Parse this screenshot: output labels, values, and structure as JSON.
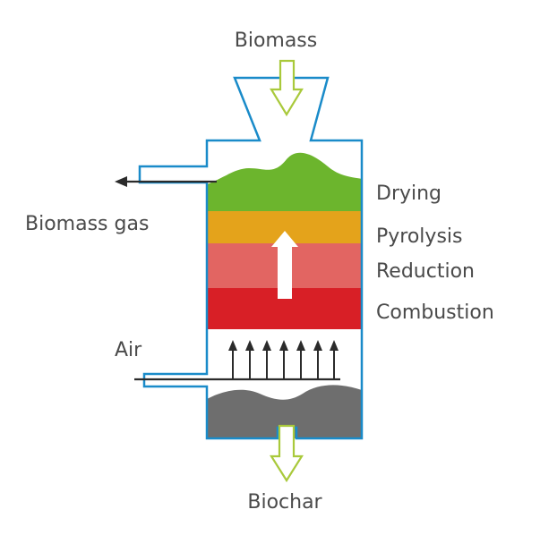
{
  "labels": {
    "input": "Biomass",
    "gas_output": "Biomass gas",
    "air_input": "Air",
    "solid_output": "Biochar"
  },
  "zones": [
    {
      "label": "Drying",
      "color": "#6cb52d"
    },
    {
      "label": "Pyrolysis",
      "color": "#e4a31b"
    },
    {
      "label": "Reduction",
      "color": "#e26562"
    },
    {
      "label": "Combustion",
      "color": "#d81f26"
    }
  ],
  "colors": {
    "vessel_outline": "#1a8bc9",
    "feed_arrow": "#a9c93b",
    "ash": "#6e6e6e",
    "flow_arrow": "#2b2b2b",
    "upward_arrow": "#ffffff"
  }
}
